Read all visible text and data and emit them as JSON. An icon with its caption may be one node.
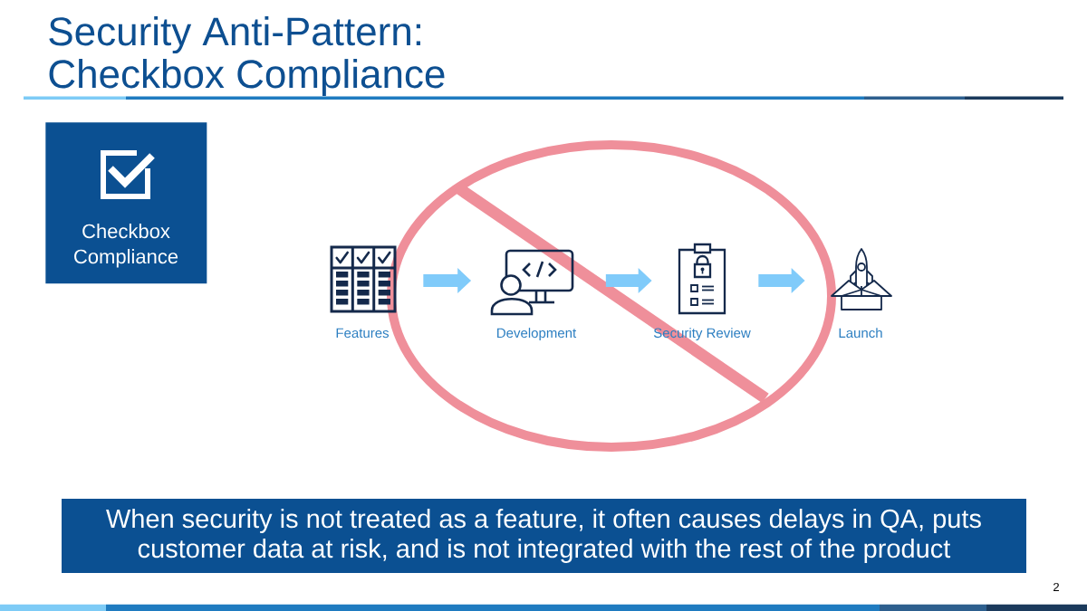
{
  "diagram": {
    "title": "Security Anti-Pattern: Checkbox Compliance",
    "nodes": [
      {
        "text": [
          "Checkbox Compliance"
        ]
      },
      {
        "text": [
          "Features"
        ]
      },
      {
        "text": [
          "Development"
        ]
      },
      {
        "text": [
          "Security Review"
        ]
      },
      {
        "text": [
          "Launch"
        ]
      },
      {
        "text": [
          "When security is not treated as a feature, it often causes delays in QA, puts customer data at risk, and is not integrated with the rest of the product"
        ]
      }
    ],
    "edges": [
      {
        "from": 1,
        "to": 2,
        "arrow": "to"
      },
      {
        "from": 2,
        "to": 3,
        "arrow": "to"
      },
      {
        "from": 3,
        "to": 4,
        "arrow": "to"
      }
    ],
    "labels": [
      "2"
    ]
  }
}
